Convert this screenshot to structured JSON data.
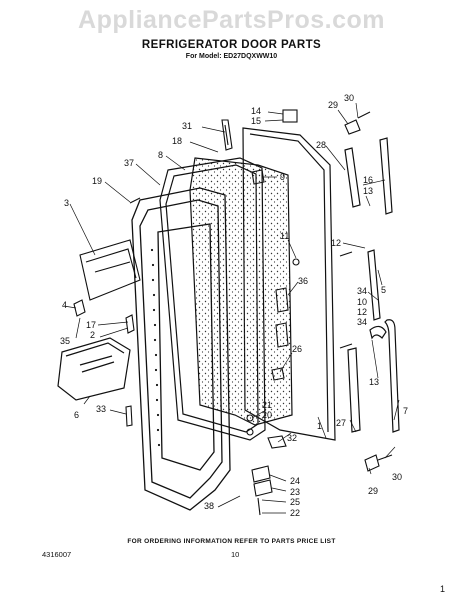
{
  "watermark": "AppliancePartsPros.com",
  "title": "REFRIGERATOR DOOR PARTS",
  "subtitle": "For Model: ED27DQXWW10",
  "callouts": [
    {
      "id": "c30a",
      "label": "30"
    },
    {
      "id": "c29a",
      "label": "29"
    },
    {
      "id": "c14",
      "label": "14"
    },
    {
      "id": "c15",
      "label": "15"
    },
    {
      "id": "c31",
      "label": "31"
    },
    {
      "id": "c18",
      "label": "18"
    },
    {
      "id": "c28",
      "label": "28"
    },
    {
      "id": "c8",
      "label": "8"
    },
    {
      "id": "c37",
      "label": "37"
    },
    {
      "id": "c9",
      "label": "9"
    },
    {
      "id": "c16",
      "label": "16"
    },
    {
      "id": "c13a",
      "label": "13"
    },
    {
      "id": "c19",
      "label": "19"
    },
    {
      "id": "c3",
      "label": "3"
    },
    {
      "id": "c11",
      "label": "11"
    },
    {
      "id": "c12a",
      "label": "12"
    },
    {
      "id": "c5",
      "label": "5"
    },
    {
      "id": "c36",
      "label": "36"
    },
    {
      "id": "c34a",
      "label": "34"
    },
    {
      "id": "c10",
      "label": "10"
    },
    {
      "id": "c12b",
      "label": "12"
    },
    {
      "id": "c34b",
      "label": "34"
    },
    {
      "id": "c4",
      "label": "4"
    },
    {
      "id": "c17",
      "label": "17"
    },
    {
      "id": "c2",
      "label": "2"
    },
    {
      "id": "c35",
      "label": "35"
    },
    {
      "id": "c26",
      "label": "26"
    },
    {
      "id": "c13b",
      "label": "13"
    },
    {
      "id": "c6",
      "label": "6"
    },
    {
      "id": "c7",
      "label": "7"
    },
    {
      "id": "c33",
      "label": "33"
    },
    {
      "id": "c21",
      "label": "21"
    },
    {
      "id": "c20",
      "label": "20"
    },
    {
      "id": "c1",
      "label": "1"
    },
    {
      "id": "c27",
      "label": "27"
    },
    {
      "id": "c32",
      "label": "32"
    },
    {
      "id": "c30b",
      "label": "30"
    },
    {
      "id": "c29b",
      "label": "29"
    },
    {
      "id": "c24",
      "label": "24"
    },
    {
      "id": "c23",
      "label": "23"
    },
    {
      "id": "c25",
      "label": "25"
    },
    {
      "id": "c38",
      "label": "38"
    },
    {
      "id": "c22",
      "label": "22"
    }
  ],
  "footer_note": "FOR ORDERING INFORMATION REFER TO PARTS PRICE LIST",
  "doc_number": "4316007",
  "page_number": "10",
  "corner_mark": "1"
}
